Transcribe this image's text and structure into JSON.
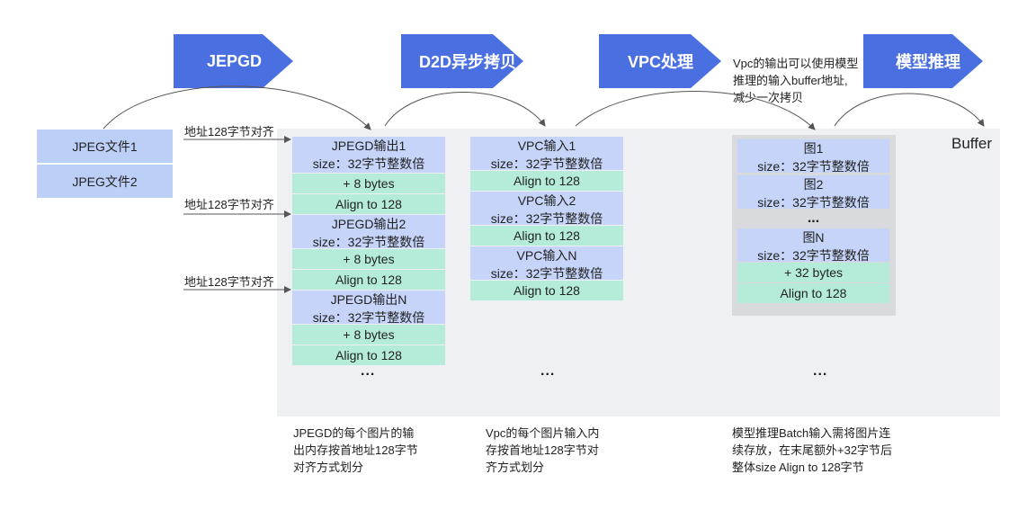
{
  "steps": [
    {
      "label": "JEPGD"
    },
    {
      "label": "D2D异步拷贝"
    },
    {
      "label": "VPC处理"
    },
    {
      "label": "模型推理"
    }
  ],
  "top_note": [
    "Vpc的输出可以使用模型",
    "推理的输入buffer地址,",
    "减少一次拷贝"
  ],
  "buffer_label": "Buffer",
  "files": [
    "JPEG文件1",
    "JPEG文件2"
  ],
  "address_label": "地址128字节对齐",
  "col1": {
    "blocks": [
      {
        "title": "JPEGD输出1",
        "size": "size：32字节整数倍",
        "pad": "+ 8 bytes",
        "align": "Align to 128"
      },
      {
        "title": "JPEGD输出2",
        "size": "size：32字节整数倍",
        "pad": "+ 8 bytes",
        "align": "Align to 128"
      },
      {
        "title": "JPEGD输出N",
        "size": "size：32字节整数倍",
        "pad": "+ 8 bytes",
        "align": "Align to 128"
      }
    ],
    "ellipsis": "..."
  },
  "col2": {
    "blocks": [
      {
        "title": "VPC输入1",
        "size": "size：32字节整数倍",
        "align": "Align to 128"
      },
      {
        "title": "VPC输入2",
        "size": "size：32字节整数倍",
        "align": "Align to 128"
      },
      {
        "title": "VPC输入N",
        "size": "size：32字节整数倍",
        "align": "Align to 128"
      }
    ],
    "ellipsis": "..."
  },
  "col3": {
    "blocks": [
      {
        "title": "图1",
        "size": "size：32字节整数倍"
      },
      {
        "title": "图2",
        "size": "size：32字节整数倍"
      },
      {
        "title": "图N",
        "size": "size：32字节整数倍"
      }
    ],
    "inner_ellipsis": "...",
    "pad": "+ 32 bytes",
    "align": "Align to 128",
    "ellipsis": "..."
  },
  "bottom_notes": {
    "col1": [
      "JPEGD的每个图片的输",
      "出内存按首地址128字节",
      "对齐方式划分"
    ],
    "col2": [
      "Vpc的每个图片输入内",
      "存按首地址128字节对",
      "齐方式划分"
    ],
    "col3": [
      "模型推理Batch输入需将图片连",
      "续存放，在末尾额外+32字节后",
      "整体size Align to 128字节"
    ]
  },
  "colors": {
    "step": "#4a6fe0",
    "blue_cell": "#c5d4f8",
    "green_cell": "#b4ecd9",
    "buffer_bg": "#eef0f3",
    "arrow": "#555555"
  }
}
